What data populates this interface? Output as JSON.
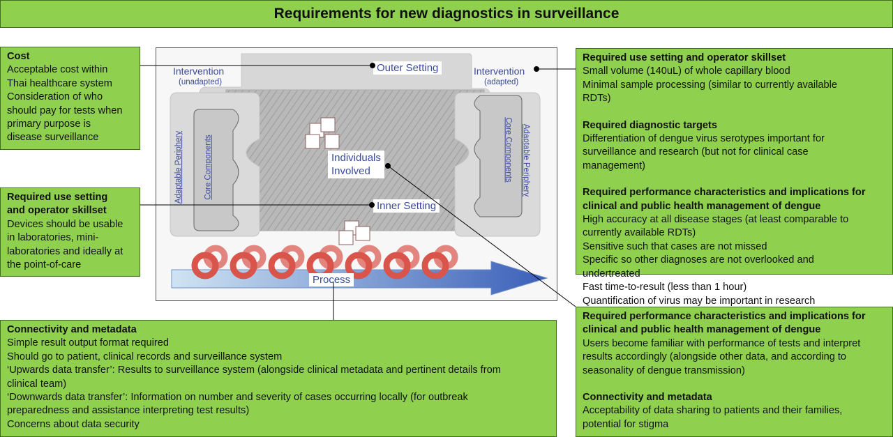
{
  "title": "Requirements for new diagnostics in surveillance",
  "cost_box": {
    "heading": "Cost",
    "lines": [
      "Acceptable cost within",
      "Thai healthcare system",
      "Consideration of who",
      "should pay for tests when",
      "primary purpose is",
      "disease surveillance"
    ]
  },
  "use_left_box": {
    "heading_1": "Required use setting",
    "heading_2": "and operator skillset",
    "lines": [
      "Devices should be usable",
      "in laboratories, mini-",
      "laboratories and ideally at",
      "the point-of-care"
    ]
  },
  "conn_left_box": {
    "heading": "Connectivity and metadata",
    "lines": [
      "Simple result output format required",
      "Should go to patient, clinical records and surveillance system",
      "‘Upwards data transfer’: Results to surveillance system (alongside clinical metadata and pertinent details from",
      "clinical team)",
      "‘Downwards data transfer’: Information on number and severity of cases occurring locally (for outbreak",
      "preparedness and assistance interpreting test results)",
      "Concerns about data security"
    ]
  },
  "right_top_box": {
    "use_heading": "Required use setting and operator skillset",
    "use_lines": [
      "Small volume (140uL) of whole capillary blood",
      "Minimal sample processing (similar to currently available",
      "RDTs)"
    ],
    "targets_heading": "Required diagnostic targets",
    "targets_lines": [
      "Differentiation of dengue virus serotypes important for",
      "surveillance and research (but not for clinical case",
      "management)"
    ],
    "perf_heading_1": "Required performance characteristics and implications for",
    "perf_heading_2": "clinical and public health management of dengue",
    "perf_lines": [
      "High accuracy at all disease stages (at least comparable to",
      "currently available RDTs)",
      "Sensitive such that cases are not missed",
      "Specific so other diagnoses are not overlooked and",
      "undertreated",
      "Fast time-to-result (less than 1 hour)",
      "Quantification of virus may be important in research"
    ]
  },
  "right_bottom_box": {
    "perf_heading_1": "Required performance characteristics and implications for",
    "perf_heading_2": "clinical and public health management of dengue",
    "perf_lines": [
      "Users become familiar with performance of tests and interpret",
      "results accordingly (alongside other data, and according to",
      "seasonality of dengue transmission)"
    ],
    "conn_heading": "Connectivity and metadata",
    "conn_lines": [
      "Acceptability of data sharing to patients and their families,",
      "potential for stigma"
    ]
  },
  "diagram": {
    "outer_setting": "Outer Setting",
    "inner_setting": "Inner Setting",
    "individuals_1": "Individuals",
    "individuals_2": "Involved",
    "process": "Process",
    "intervention_left": "Intervention",
    "intervention_left_sub": "(unadapted)",
    "intervention_right": "Intervention",
    "intervention_right_sub": "(adapted)",
    "adaptable_periphery": "Adaptable Periphery",
    "core_components": "Core Components",
    "colors": {
      "box_green": "#8fd14f",
      "label_blue": "#3b4a9a",
      "coil_red": "#d9544a",
      "arrow_blue": "#4a6cc0"
    }
  }
}
